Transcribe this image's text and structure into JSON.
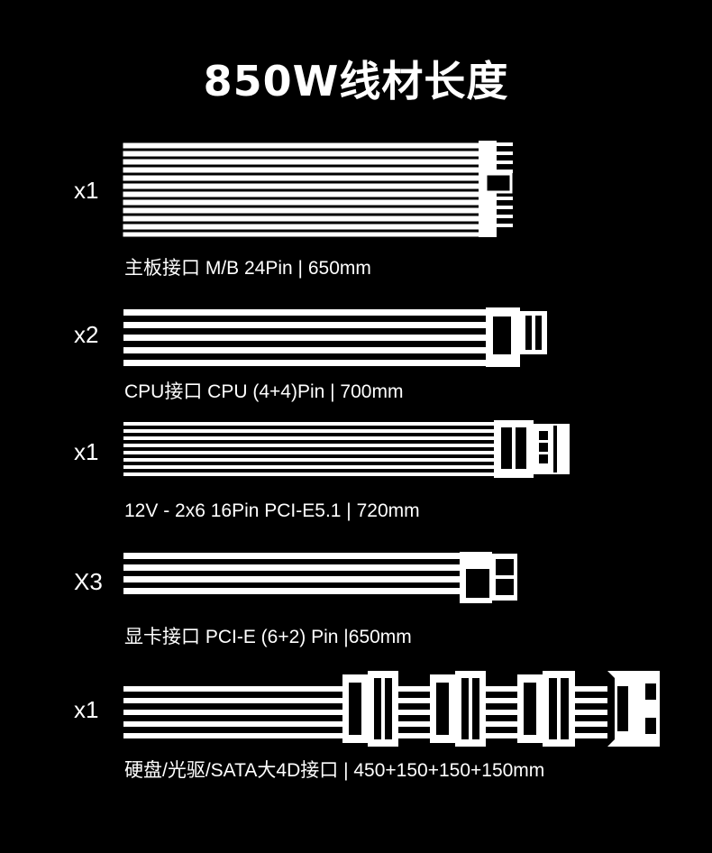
{
  "title": "850W线材长度",
  "cables": [
    {
      "qty": "x1",
      "caption": "主板接口 M/B 24Pin | 650mm"
    },
    {
      "qty": "x2",
      "caption": "CPU接口 CPU (4+4)Pin | 700mm"
    },
    {
      "qty": "x1",
      "caption": "12V - 2x6 16Pin  PCI-E5.1  |  720mm"
    },
    {
      "qty": "X3",
      "caption": "显卡接口 PCI-E (6+2) Pin |650mm"
    },
    {
      "qty": "x1",
      "caption": "硬盘/光驱/SATA大4D接口 | 450+150+150+150mm"
    }
  ],
  "colors": {
    "background": "#000000",
    "cable": "#ffffff"
  }
}
